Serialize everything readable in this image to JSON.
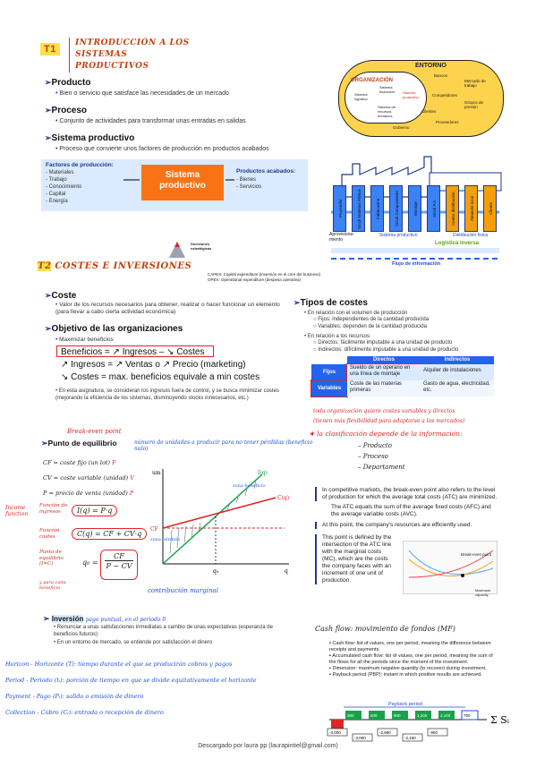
{
  "t1": {
    "num": "T1",
    "title_line1": "INTRODUCCIÓN A LOS",
    "title_line2": "SISTEMAS PRODUCTIVOS"
  },
  "producto": {
    "heading": "Producto",
    "text": "Bien o servicio que satisface las necesidades de un mercado"
  },
  "proceso": {
    "heading": "Proceso",
    "text": "Conjunto de actividades para transformar unas entradas en salidas"
  },
  "sistema": {
    "heading": "Sistema productivo",
    "text": "Proceso que convierte unos factores de producción en productos acabados"
  },
  "entorno": {
    "title": "ENTORNO",
    "org": "ORGANIZACIÓN",
    "inner": [
      "Sistema logístico",
      "Sistema financiero",
      "Sistema productivo",
      "Sistema de recursos humanos"
    ],
    "outer": [
      "Bancos",
      "Mercado de trabajo",
      "Competidores",
      "Grupos de presión",
      "Clientes",
      "Gobierno",
      "Proveedores"
    ]
  },
  "factores": {
    "title": "Factores de producción:",
    "items": [
      "Materiales",
      "Trabajo",
      "Conocimiento",
      "Capital",
      "Energía"
    ],
    "center": "Sistema productivo",
    "out_title": "Productos acabados:",
    "out_items": [
      "Bienes",
      "Servicios"
    ]
  },
  "flow": {
    "bars": [
      "Proveedor",
      "Stock Materias Primas",
      "Fabricación",
      "Stock Componentes",
      "Montaje",
      "Stock P.A.",
      "Centro distribución",
      "Almacén local",
      "Cliente"
    ],
    "aprov": "Aprovisiona-miento",
    "sist": "Sistema productivo",
    "dist": "Distribución física",
    "logist": "Logística inversa",
    "info": "Flujo de información"
  },
  "decisiones": {
    "label": "Decisiones estratégicas"
  },
  "t2": {
    "num": "T2",
    "title": "COSTES E INVERSIONES"
  },
  "capex": {
    "line1": "CAPEX: Capital expenditure (inversión en el core del business)",
    "line2": "OPEX: Operational expenditure (despesa operativa)"
  },
  "coste": {
    "heading": "Coste",
    "text": "Valor de los recursos necesarios para obtener, realizar o hacer funcionar un elemento (para llevar a cabo cierta actividad económica)"
  },
  "objetivo": {
    "heading": "Objetivo de las organizaciones",
    "sub": "Maximizar beneficios",
    "eq1": "Beneficios = ↗ Ingresos – ↘ Costes",
    "eq2": "↗ Ingresos = ↗ Ventas o ↗ Precio (marketing)",
    "eq3": "↘ Costes = max. beneficios equivale a min costes",
    "note": "En esta asignatura, se consideran los ingresos fuera de control, y se busca minimizar costes (mejorando la eficiencia de los sistemas, disminuyendo stocks innecesarios, etc.)"
  },
  "tipos": {
    "heading": "Tipos de costes",
    "l1": "En relación con el volumen de producción",
    "l1a": "Fijos: independientes de la cantidad producida",
    "l1b": "Variables: dependen de la cantidad producida",
    "l2": "En relación a los recursos:",
    "l2a": "Directos: fácilmente imputable a una unidad de producto",
    "l2b": "Indirectos: difícilmente imputable a una unidad de producto"
  },
  "tabla": {
    "h1": "Directos",
    "h2": "Indirectos",
    "r1": "Fijos",
    "r2": "Variables",
    "c11": "Sueldo de un operario en una línea de montaje",
    "c12": "Alquiler de instalaciones",
    "c21": "Coste de las materias primeras",
    "c22": "Gasto de agua, electricidad, etc."
  },
  "notas_hand": {
    "n1": "toda organización quiere costes variables y directos",
    "n2": "(tienen más flexibilidad para adaptarse a los mercados)",
    "n3": "★ la clasificación depende de la información:",
    "items": [
      "Producto",
      "Proceso",
      "Departament"
    ]
  },
  "equilibrio": {
    "break": "Break-even point",
    "heading": "Punto de equilibrio",
    "desc": "número de unidades a producir para no tener pérdidas (beneficio nulo)",
    "cf": "CF = coste fijo (un lot)",
    "cv": "CV = coste variable (unidad)",
    "p": "P = precio de venta (unidad)",
    "income_label": "Income function",
    "income_eq": "I(q) = P·q",
    "fi_label": "Función de ingresos",
    "fc_label": "Función costes",
    "fc_eq": "C(q) = CF + CV·q",
    "pe_label": "Punto de equilibrio (I=C)",
    "q0": "q₀ =",
    "num": "CF",
    "den": "P − CV",
    "contrib": "contribución marginal",
    "gain": "y para cada beneficio",
    "um": "um",
    "cf_axis": "CF",
    "zona": "zona pérdida",
    "ben": "zona beneficio",
    "iq": "I(q)",
    "cq": "C(q)",
    "q0axis": "q₀",
    "qaxis": "q"
  },
  "english": {
    "p1": "In competitive markets, the break-even point also refers to the level of production for which the average total costs (ATC) are minimized.",
    "p1a": "The ATC equals the sum of the average fixed costs (AFC) and the average variable costs (AVC).",
    "p2": "At this point, the company's resources are efficiently used.",
    "p3": "This point is defined by the intersection of the ATC line with the marginal costs (MC), which are the costs the company faces with an increment of one unit of production.",
    "chart_label": "Break-even point",
    "chart_x": "Maximum capacity"
  },
  "inversion": {
    "heading": "Inversión",
    "hand": "pago puntual, en el periodo 0",
    "b1": "Renunciar a unas satisfacciones inmediatas a cambio de unas expectativas (esperanza de beneficios futuros)",
    "b2": "En un entorno de mercado, se entiende por satisfacción el dinero"
  },
  "defs": {
    "h": "Horizon - Horizonte (T): tiempo durante el que se producirán cobros y pagos",
    "p": "Period - Periodo (tᵢ): porción de tiempo en que se divide equitativamente el horizonte",
    "pay": "Payment - Pago (Pᵢ): salida o emisión de dinero",
    "c": "Collection - Cobro (Cᵢ): entrada o recepción de dinero"
  },
  "cashflow": {
    "title": "Cash flow: movimiento de fondos (MF)",
    "b1": "Cash flow: list of values, one per period, meaning the difference between receipts and payments.",
    "b2": "Accumulated cash flow: list of values, one per period, meaning the sum of the flows for all the periods since the moment of the investment.",
    "b3": "Dimension: maximum negative quantity (to recover) during investment.",
    "b4": "Payback period (PBP): instant in which positive results are achieved.",
    "payback": "Payback period",
    "pos": [
      "300",
      "500",
      "500",
      "1,200",
      "2,100",
      "750"
    ],
    "neg": [
      "-3,000",
      "-3,000",
      "-2,660",
      "-2,150",
      "-950"
    ],
    "sum": "Σ Sᵢ"
  },
  "footer": "Descargado por laura pp (laurapintiel@gmail.com)"
}
